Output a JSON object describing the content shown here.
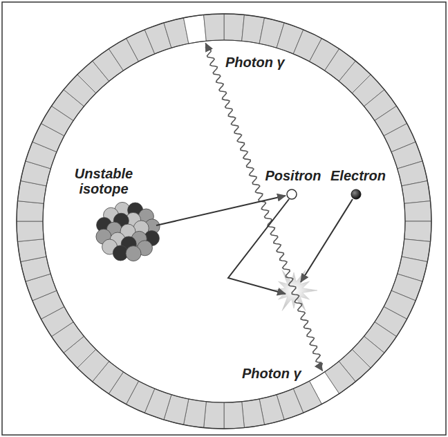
{
  "diagram": {
    "labels": [
      "Photon γ",
      "Unstable isotope",
      "Positron",
      "Electron",
      "Photon γ"
    ]
  }
}
